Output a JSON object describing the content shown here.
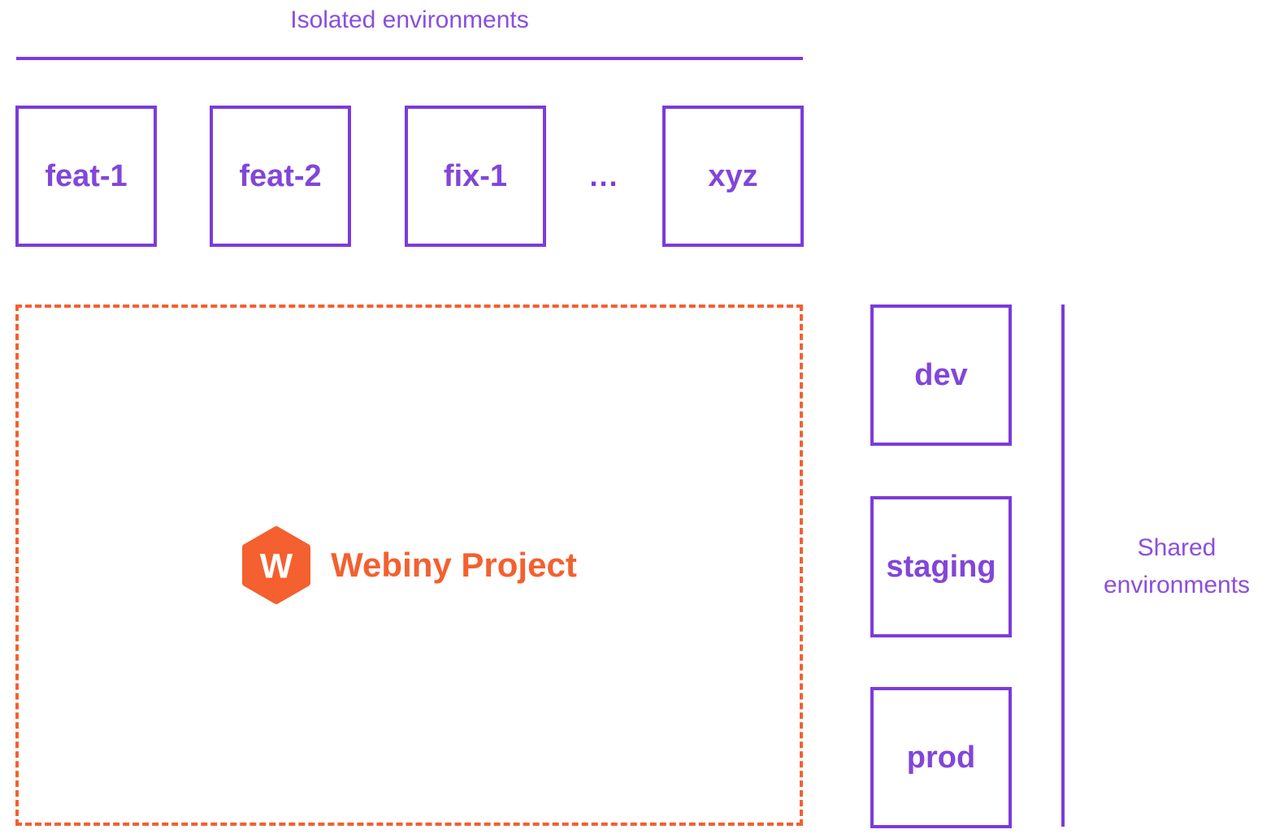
{
  "colors": {
    "purple_line": "#7C3BDB",
    "purple_label": "#8246D9",
    "purple_caption": "#8A4FDC",
    "orange": "#F4602F"
  },
  "isolated_environments": {
    "caption": "Isolated environments",
    "boxes": [
      "feat-1",
      "feat-2",
      "fix-1",
      "xyz"
    ],
    "ellipsis": "..."
  },
  "webiny_project": {
    "label": "Webiny Project",
    "logo_letter": "W"
  },
  "shared_environments": {
    "caption_line1": "Shared",
    "caption_line2": "environments",
    "boxes": [
      "dev",
      "staging",
      "prod"
    ]
  }
}
